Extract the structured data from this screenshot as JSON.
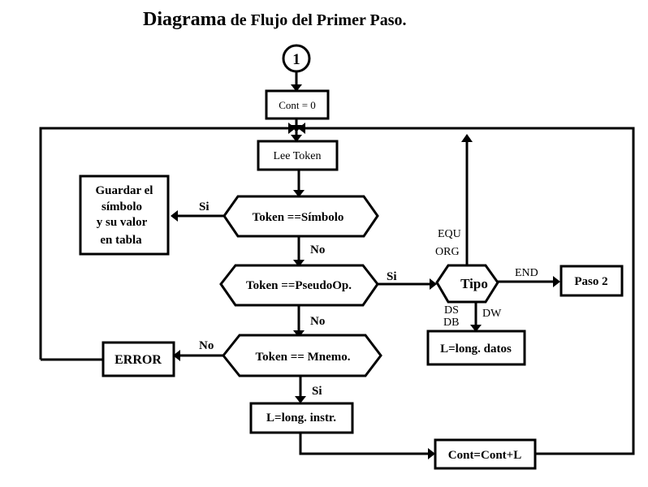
{
  "title": {
    "bold": "Diagrama",
    "rest": " de Flujo del Primer Paso."
  },
  "nodes": {
    "connector": "1",
    "cont_init": "Cont = 0",
    "lee_token": "Lee Token",
    "dec_simbolo": "Token ==Símbolo",
    "guardar": [
      "Guardar  el",
      "símbolo",
      "y su valor",
      "en tabla"
    ],
    "dec_pseudo": "Token ==PseudoOp.",
    "tipo": "Tipo",
    "paso2": "Paso 2",
    "long_datos": "L=long. datos",
    "dec_mnemo": "Token ==  Mnemo.",
    "error": "ERROR",
    "long_instr": "L=long. instr.",
    "cont_sum": "Cont=Cont+L"
  },
  "edge_labels": {
    "si_simbolo": "Si",
    "no_simbolo": "No",
    "si_pseudo": "Si",
    "no_pseudo": "No",
    "no_mnemo": "No",
    "si_mnemo": "Si",
    "equ": "EQU",
    "org": "ORG",
    "end": "END",
    "ds": "DS",
    "db": "DB",
    "dw": "DW"
  }
}
